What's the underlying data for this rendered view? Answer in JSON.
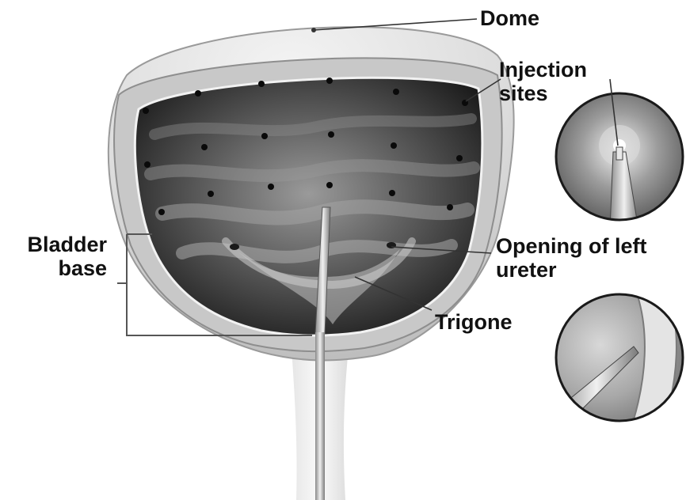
{
  "labels": {
    "dome": "Dome",
    "injection_sites": [
      "Injection",
      "sites"
    ],
    "bladder_base": [
      "Bladder",
      "base"
    ],
    "left_ureter_opening": [
      "Opening of left",
      "ureter"
    ],
    "trigone": "Trigone"
  },
  "colors": {
    "text": "#111111",
    "leader_line": "#333333",
    "wall": "#c8c8c8",
    "interior_dark": "#2a2a2a",
    "injection_dot": "#0a0a0a"
  }
}
